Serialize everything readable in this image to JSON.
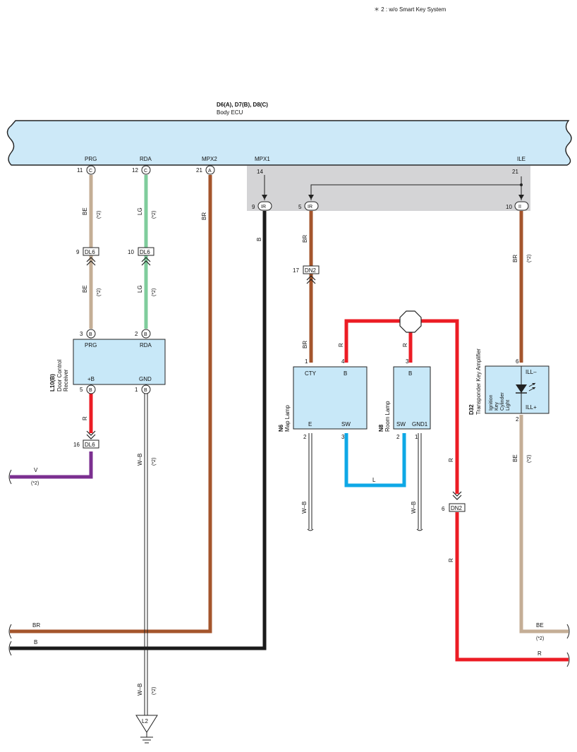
{
  "note": "＊ 2 : w/o Smart Key System",
  "ecu": {
    "codes": "D6(A), D7(B), D8(C)",
    "name": "Body ECU",
    "pins": {
      "prg": {
        "num": "11",
        "conn": "C",
        "label": "PRG"
      },
      "rda": {
        "num": "12",
        "conn": "C",
        "label": "RDA"
      },
      "mpx2": {
        "num": "21",
        "conn": "A",
        "label": "MPX2"
      },
      "mpx1": {
        "num": "14",
        "label": "MPX1"
      },
      "ile": {
        "num": "21",
        "label": "ILE"
      }
    }
  },
  "junction_pins": {
    "p9": {
      "num": "9",
      "conn": "IR"
    },
    "p5": {
      "num": "5",
      "conn": "IR"
    },
    "p10": {
      "num": "10",
      "conn": "II"
    }
  },
  "connectors": {
    "dl6_9": {
      "num": "9",
      "label": "DL6"
    },
    "dl6_10": {
      "num": "10",
      "label": "DL6"
    },
    "dl6_16": {
      "num": "16",
      "label": "DL6"
    },
    "dn2_17": {
      "num": "17",
      "label": "DN2"
    },
    "dn2_6": {
      "num": "6",
      "label": "DN2"
    }
  },
  "wires": {
    "be": "BE",
    "lg": "LG",
    "br": "BR",
    "b": "B",
    "r": "R",
    "v": "V",
    "wb": "W–B",
    "l": "L",
    "star2": "(*2)"
  },
  "receiver": {
    "code": "L10(B)",
    "name1": "Door Control",
    "name2": "Receiver",
    "pins": {
      "prg": {
        "num": "3",
        "conn": "B",
        "label": "PRG"
      },
      "rda": {
        "num": "2",
        "conn": "B",
        "label": "RDA"
      },
      "pb": {
        "num": "5",
        "conn": "B",
        "label": "+B"
      },
      "gnd": {
        "num": "1",
        "conn": "B",
        "label": "GND"
      }
    }
  },
  "map_lamp": {
    "code": "N6",
    "name": "Map Lamp",
    "pins": {
      "cty": {
        "num": "1",
        "label": "CTY"
      },
      "b": {
        "num": "4",
        "label": "B"
      },
      "e": {
        "num": "2",
        "label": "E"
      },
      "sw": {
        "num": "3",
        "label": "SW"
      }
    }
  },
  "room_lamp": {
    "code": "N8",
    "name": "Room Lamp",
    "pins": {
      "b": {
        "num": "3",
        "label": "B"
      },
      "sw": {
        "num": "2",
        "label": "SW"
      },
      "gnd1": {
        "num": "1",
        "label": "GND1"
      }
    }
  },
  "amplifier": {
    "code": "D32",
    "name": "Transponder Key Amplifier",
    "light1": "Ignition",
    "light2": "Key",
    "light3": "Cylinder",
    "light4": "Light",
    "pins": {
      "illm": {
        "num": "6",
        "label": "ILL–"
      },
      "illp": {
        "num": "2",
        "label": "ILL+"
      }
    }
  },
  "ground": {
    "code": "L2"
  },
  "colors": {
    "ecu_fill": "#cde9f8",
    "component_fill": "#c8e8f8",
    "junction_fill": "#d4d4d6",
    "be": "#c4ae96",
    "lg": "#7fcc9c",
    "br": "#a4552c",
    "b": "#1a1a1a",
    "r": "#ec1c24",
    "v": "#7b2f90",
    "l": "#0ea8e6"
  }
}
